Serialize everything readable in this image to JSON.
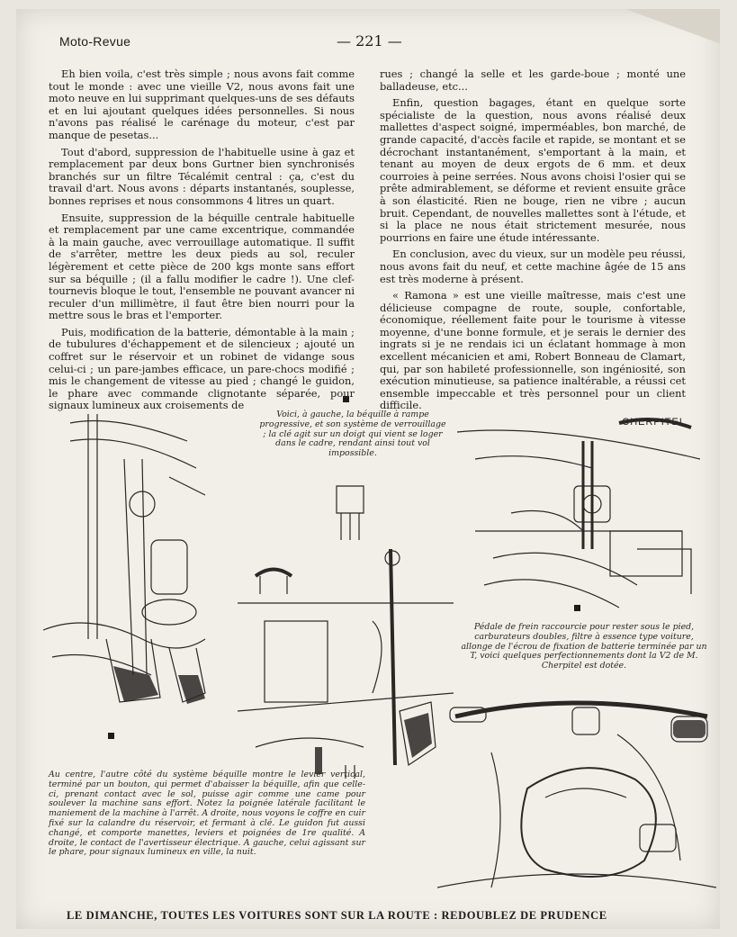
{
  "header": {
    "magazine": "Moto-Revue",
    "page_number": "— 221 —"
  },
  "article": {
    "left_column": [
      "Eh bien voila, c'est très simple ; nous avons fait comme tout le monde : avec une vieille V2, nous avons fait une moto neuve en lui supprimant quelques-uns de ses défauts et en lui ajoutant quelques idées personnelles. Si nous n'avons pas réalisé le carénage du moteur, c'est par manque de pesetas...",
      "Tout d'abord, suppression de l'habituelle usine à gaz et remplacement par deux bons Gurtner bien synchronisés branchés sur un filtre Técalémit central : ça, c'est du travail d'art. Nous avons : départs instantanés, souplesse, bonnes reprises et nous consommons 4 litres un quart.",
      "Ensuite, suppression de la béquille centrale habituelle et remplacement par une came excentrique, commandée à la main gauche, avec verrouillage automatique. Il suffit de s'arrêter, mettre les deux pieds au sol, reculer légèrement et cette pièce de 200 kgs monte sans effort sur sa béquille ; (il a fallu modifier le cadre !). Une clef-tournevis bloque le tout, l'ensemble ne pouvant avancer ni reculer d'un millimètre, il faut être bien nourri pour la mettre sous le bras et l'emporter.",
      "Puis, modification de la batterie, démontable à la main ; de tubulures d'échappement et de silencieux ; ajouté un coffret sur le réservoir et un robinet de vidange sous celui-ci ; un pare-jambes efficace, un pare-chocs modifié ; mis le changement de vitesse au pied ; changé le guidon, le phare avec commande clignotante séparée, pour signaux lumineux aux croisements de"
    ],
    "right_column_continuation": "rues ; changé la selle et les garde-boue ; monté une balladeuse, etc...",
    "right_column": [
      "Enfin, question bagages, étant en quelque sorte spécialiste de la question, nous avons réalisé deux mallettes d'aspect soigné, imperméables, bon marché, de grande capacité, d'accès facile et rapide, se montant et se décrochant instantanément, s'emportant à la main, et tenant au moyen de deux ergots de 6 mm. et deux courroies à peine serrées. Nous avons choisi l'osier qui se prête admirablement, se déforme et revient ensuite grâce à son élasticité. Rien ne bouge, rien ne vibre ; aucun bruit. Cependant, de nouvelles mallettes sont à l'étude, et si la place ne nous était strictement mesurée, nous pourrions en faire une étude intéressante.",
      "En conclusion, avec du vieux, sur un modèle peu réussi, nous avons fait du neuf, et cette machine âgée de 15 ans est très moderne à présent.",
      "« Ramona » est une vieille maîtresse, mais c'est une délicieuse compagne de route, souple, confortable, économique, réellement faite pour le tourisme à vitesse moyenne, d'une bonne formule, et je serais le dernier des ingrats si je ne rendais ici un éclatant hommage à mon excellent mécanicien et ami, Robert Bonneau de Clamart, qui, par son habileté professionnelle, son ingéniosité, son exécution minutieuse, sa patience inaltérable, a réussi cet ensemble impeccable et très personnel pour un client difficile."
    ],
    "signature": "CHERPITEL"
  },
  "captions": {
    "top": "Voici, à gauche, la béquille à rampe progressive, et son système de verrouillage ; la clé agit sur un doigt qui vient se loger dans le cadre, rendant ainsi tout vol impossible.",
    "right": "Pédale de frein raccourcie pour rester sous le pied, carburateurs doubles, filtre à essence type voiture, allonge de l'écrou de fixation de batterie terminée par un T, voici quelques perfectionnements dont la V2 de M. Cherpitel est dotée.",
    "bottom": "Au centre, l'autre côté du système béquille montre le levier vertical, terminé par un bouton, qui permet d'abaisser la béquille, afin que celle-ci, prenant contact avec le sol, puisse agir comme une came pour soulever la machine sans effort. Notez la poignée latérale facilitant le maniement de la machine à l'arrêt. A droite, nous voyons le coffre en cuir fixé sur la calandre du réservoir, et fermant à clé. Le guidon fut aussi changé, et comporte manettes, leviers et poignées de 1re qualité. A droite, le contact de l'avertisseur électrique. A gauche, celui agissant sur le phare, pour signaux lumineux en ville, la nuit."
  },
  "footer": {
    "slogan": "LE DIMANCHE, TOUTES LES VOITURES SONT SUR LA ROUTE : REDOUBLEZ DE PRUDENCE"
  },
  "illustrations": {
    "left": "motorcycle-stand-left-drawing",
    "center": "stand-lever-center-drawing",
    "right_top": "carburettor-engine-drawing",
    "right_bottom": "handlebar-tank-box-drawing"
  },
  "colors": {
    "paper": "#f2efe9",
    "ink": "#1e1b18"
  }
}
